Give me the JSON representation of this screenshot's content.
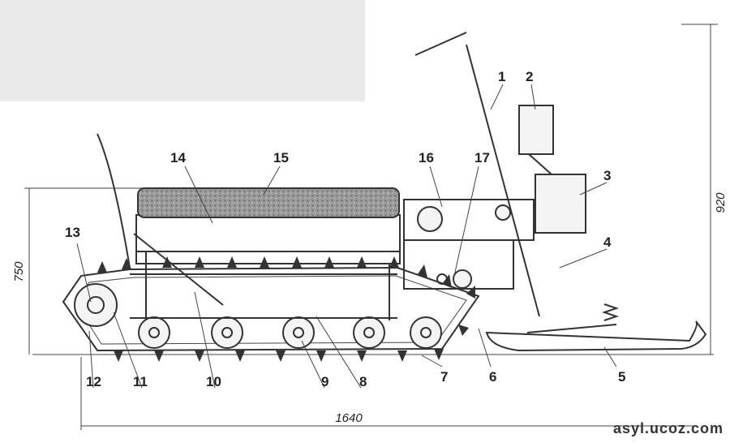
{
  "callouts": [
    "1",
    "2",
    "3",
    "4",
    "5",
    "6",
    "7",
    "8",
    "9",
    "10",
    "11",
    "12",
    "13",
    "14",
    "15",
    "16",
    "17"
  ],
  "dimensions": {
    "height_total": "920",
    "height_seat": "750",
    "length": "1640"
  },
  "watermark": "asyl.ucoz.com"
}
